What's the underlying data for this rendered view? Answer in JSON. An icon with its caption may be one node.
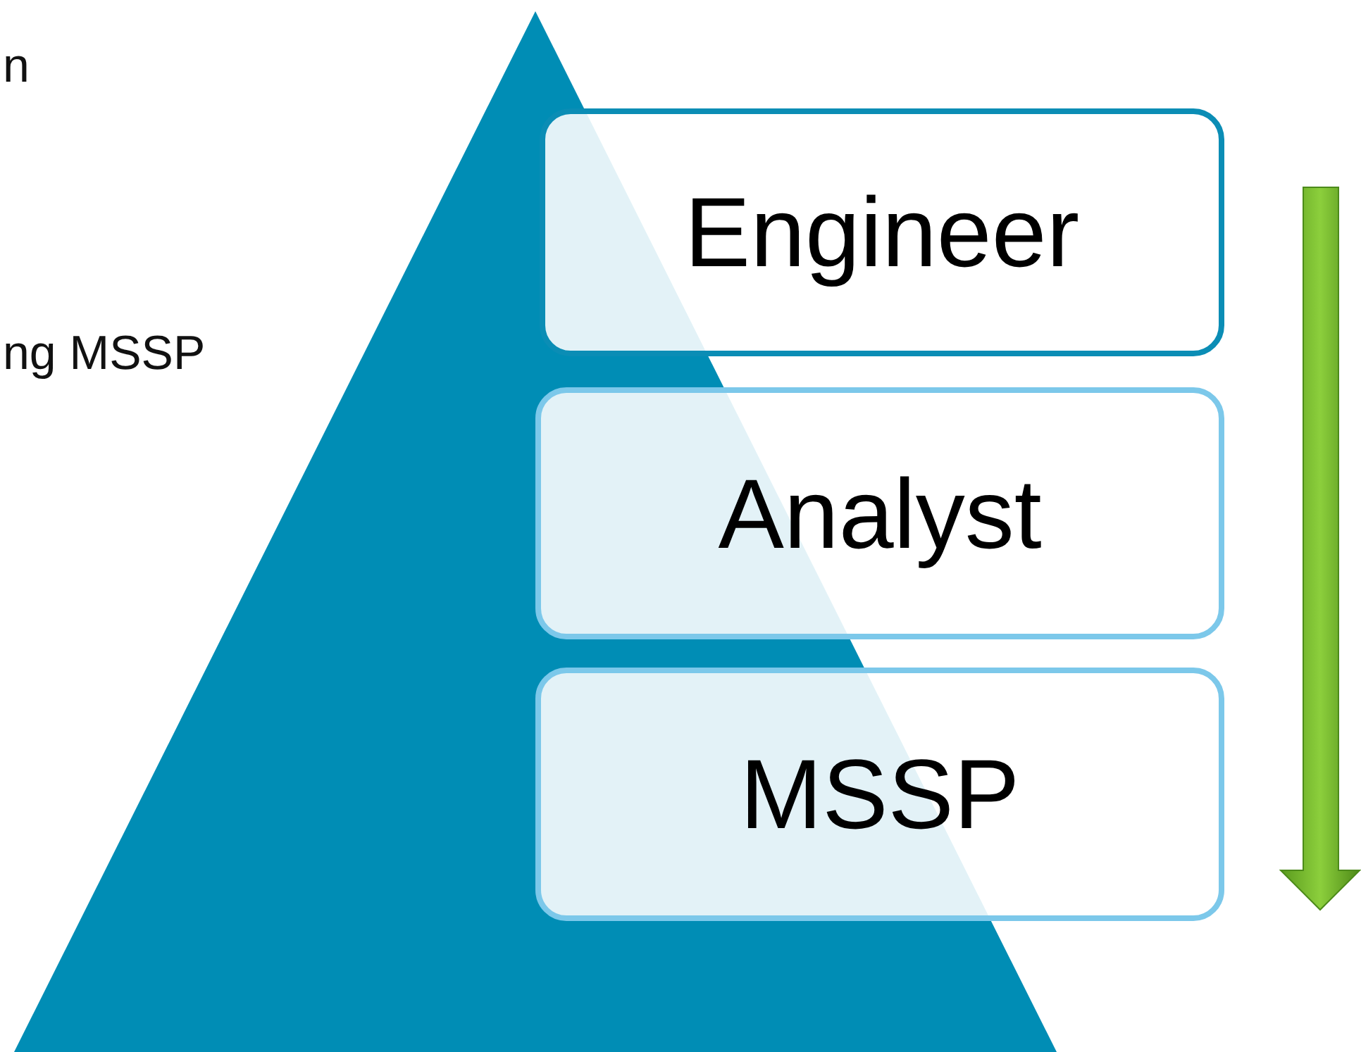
{
  "diagram": {
    "nodes": [
      {
        "text": [],
        "shape": "triangle"
      },
      {
        "text": [
          "Engineer"
        ]
      },
      {
        "text": [
          "Analyst"
        ]
      },
      {
        "text": [
          "MSSP"
        ]
      }
    ],
    "labels": [
      "n",
      "ng MSSP"
    ]
  }
}
